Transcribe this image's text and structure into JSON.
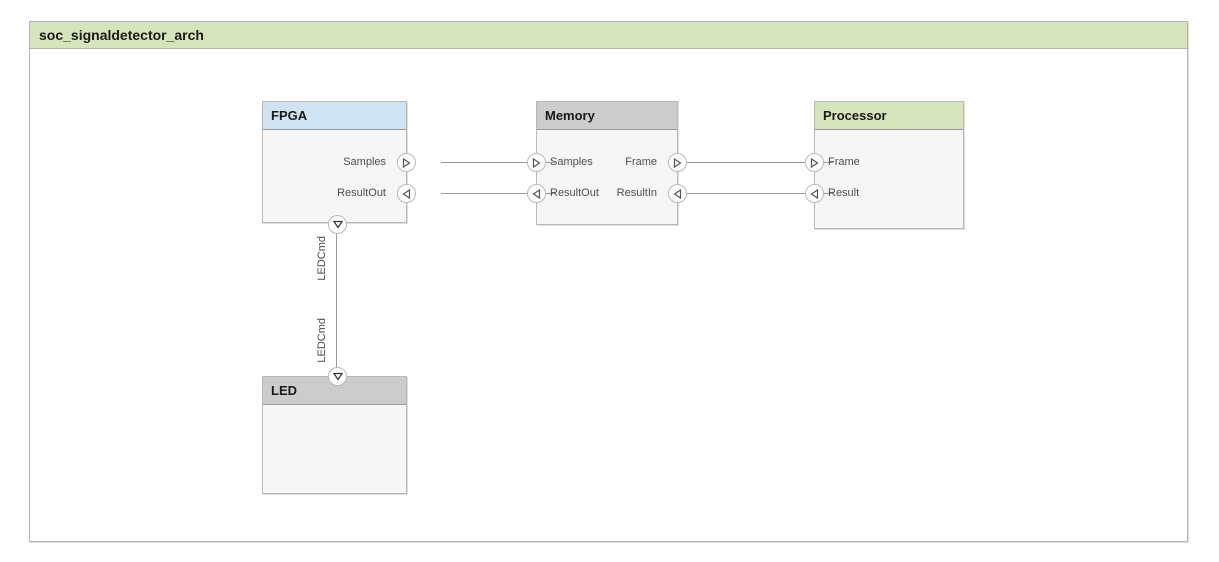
{
  "diagram": {
    "title": "soc_signaldetector_arch",
    "colors": {
      "title_bar": "#d5e4ba",
      "frame_border": "#b4b4b4",
      "block_body": "#f6f6f6",
      "block_border": "#b9b9b9",
      "header_fpga": "#cfe3f2",
      "header_memory": "#cccccc",
      "header_processor": "#d5e4ba",
      "header_led": "#cccccc",
      "connector": "#9a9a9a",
      "port_fill": "#ffffff",
      "label_text": "#4d4d4d",
      "title_text": "#1a1a1a"
    },
    "blocks": [
      {
        "id": "fpga",
        "name": "FPGA",
        "header_style": "hdr-blue",
        "ports": [
          {
            "name": "Samples",
            "icon": "triangle-right-icon",
            "side": "right",
            "direction": "out"
          },
          {
            "name": "ResultOut",
            "icon": "triangle-left-icon",
            "side": "right",
            "direction": "in"
          },
          {
            "name": "LEDCmd",
            "icon": "triangle-down-icon",
            "side": "bottom",
            "direction": "out"
          }
        ]
      },
      {
        "id": "memory",
        "name": "Memory",
        "header_style": "hdr-gray",
        "ports": [
          {
            "name": "Samples",
            "icon": "triangle-right-icon",
            "side": "left",
            "direction": "in"
          },
          {
            "name": "ResultOut",
            "icon": "triangle-left-icon",
            "side": "left",
            "direction": "out"
          },
          {
            "name": "Frame",
            "icon": "triangle-right-icon",
            "side": "right",
            "direction": "out"
          },
          {
            "name": "ResultIn",
            "icon": "triangle-left-icon",
            "side": "right",
            "direction": "in"
          }
        ]
      },
      {
        "id": "processor",
        "name": "Processor",
        "header_style": "hdr-green",
        "ports": [
          {
            "name": "Frame",
            "icon": "triangle-right-icon",
            "side": "left",
            "direction": "in"
          },
          {
            "name": "Result",
            "icon": "triangle-left-icon",
            "side": "left",
            "direction": "out"
          }
        ]
      },
      {
        "id": "led",
        "name": "LED",
        "header_style": "hdr-gray",
        "ports": [
          {
            "name": "LEDCmd",
            "icon": "triangle-down-icon",
            "side": "top",
            "direction": "in"
          }
        ]
      }
    ],
    "connections": [
      {
        "from": "fpga.Samples",
        "to": "memory.Samples",
        "label": ""
      },
      {
        "from": "fpga.ResultOut",
        "to": "memory.ResultOut",
        "label": ""
      },
      {
        "from": "memory.Frame",
        "to": "processor.Frame",
        "label": ""
      },
      {
        "from": "memory.ResultIn",
        "to": "processor.Result",
        "label": ""
      },
      {
        "from": "fpga.LEDCmd",
        "to": "led.LEDCmd",
        "label": "LEDCmd"
      }
    ]
  }
}
